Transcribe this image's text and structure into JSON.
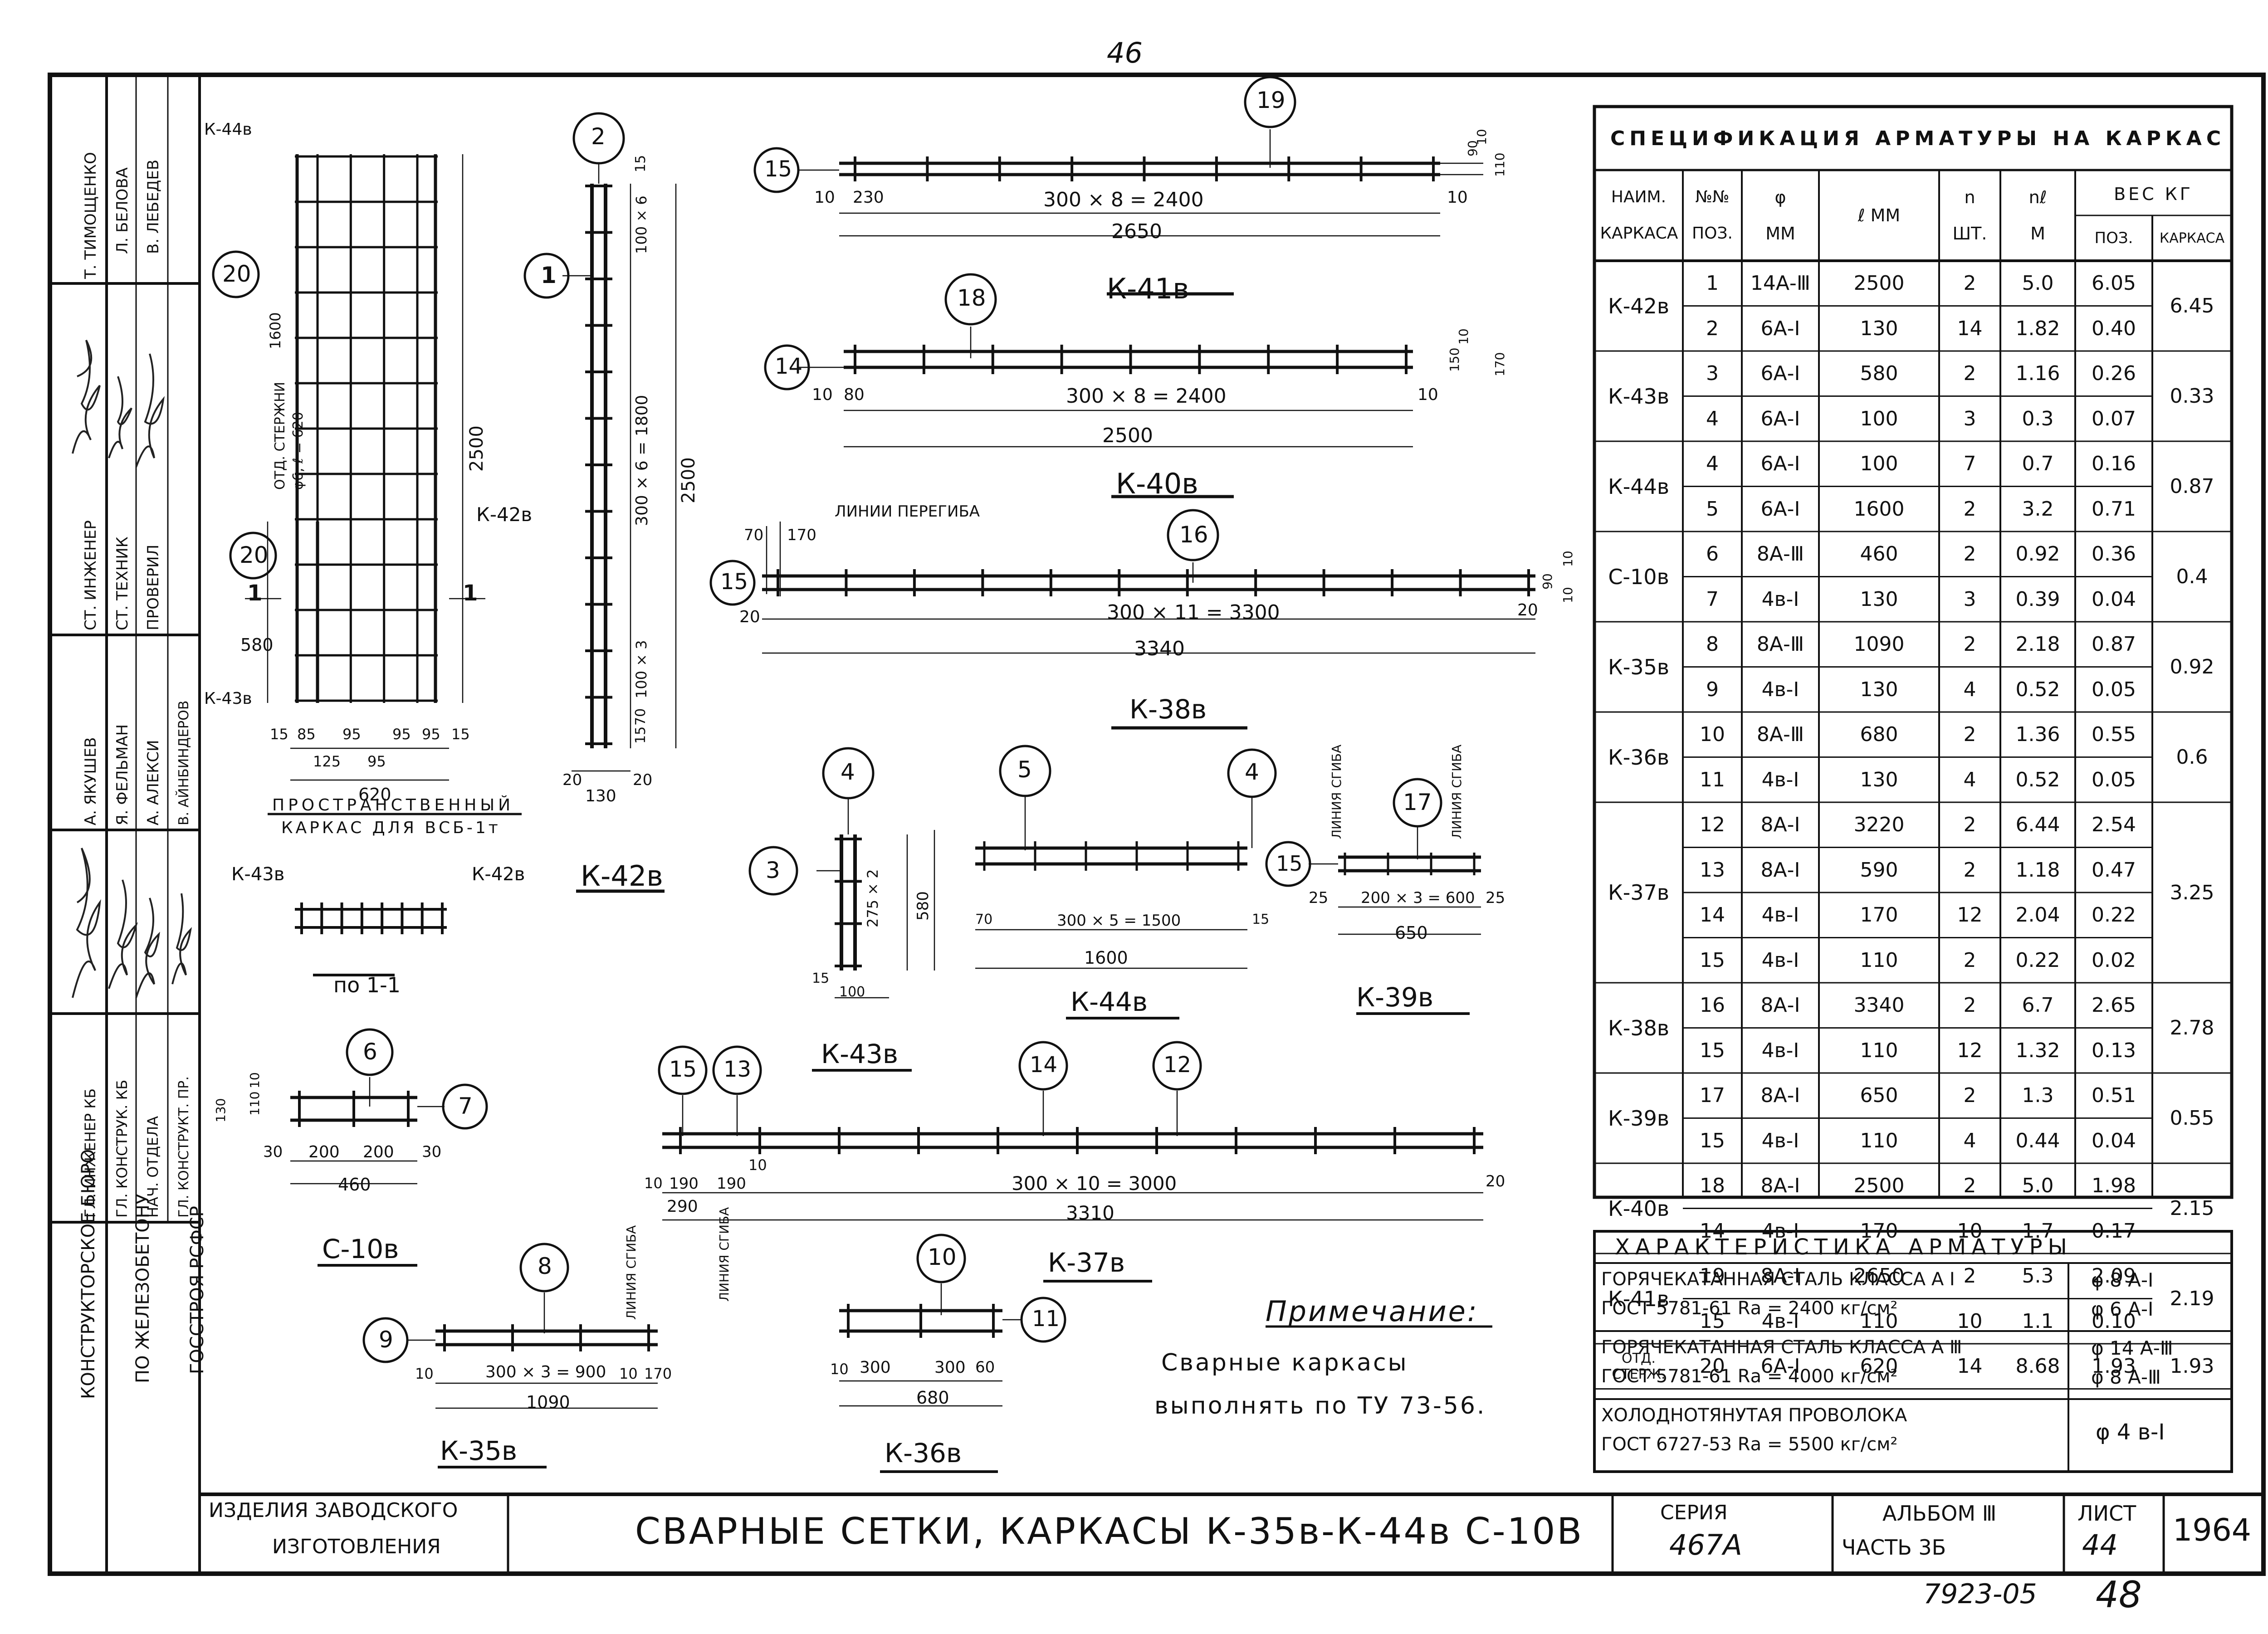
{
  "page_number": "46",
  "stamp_bottom": "7923-05",
  "stamp_page": "48",
  "left_column": {
    "bureau_lines": [
      "КОНСТРУКТОРСКОЕ БЮРО",
      "ПО ЖЕЛЕЗОБЕТОНУ",
      "ГОССТРОЯ  РСФСР"
    ],
    "roles": [
      "ГЛ. ИНЖЕНЕР КБ",
      "ГЛ. КОНСТРУК. КБ",
      "НАЧ. ОТДЕЛА",
      "ГЛ. КОНСТРУКТ. ПР.",
      "СТ. ИНЖЕНЕР",
      "СТ. ТЕХНИК",
      "ПРОВЕРИЛ"
    ],
    "names": [
      "Т. ТИМОЩЕНКО",
      "Л. БЕЛОВА",
      "В. ЛЕБЕДЕВ",
      "А. ЯКУШЕВ",
      "Я. ФЕЛЬМАН",
      "А. АЛЕКСИ",
      "В. АЙНБИНДЕРОВ"
    ]
  },
  "title_block": {
    "products": [
      "ИЗДЕЛИЯ ЗАВОДСКОГО",
      "ИЗГОТОВЛЕНИЯ"
    ],
    "title": "СВАРНЫЕ СЕТКИ, КАРКАСЫ К-35в-К-44в С-10В",
    "series_label": "СЕРИЯ",
    "series_value": "467А",
    "album": "АЛЬБОМ Ⅲ",
    "part": "ЧАСТЬ 3Б",
    "sheet_label": "ЛИСТ",
    "sheet_value": "44",
    "year": "1964"
  },
  "spec_table": {
    "title": "СПЕЦИФИКАЦИЯ АРМАТУРЫ НА КАРКАС",
    "headers": [
      "НАИМ. КАРКАСА",
      "№№ ПОЗ.",
      "φ ММ",
      "ℓ ММ",
      "n ШТ.",
      "nℓ М",
      "ВЕС КГ"
    ],
    "weight_sub": [
      "ПОЗ.",
      "КАРКАСА"
    ],
    "groups": [
      {
        "name": "К-42в",
        "total": "6.45",
        "rows": [
          [
            "1",
            "14А-Ⅲ",
            "2500",
            "2",
            "5.0",
            "6.05"
          ],
          [
            "2",
            "6А-Ⅰ",
            "130",
            "14",
            "1.82",
            "0.40"
          ]
        ]
      },
      {
        "name": "К-43в",
        "total": "0.33",
        "rows": [
          [
            "3",
            "6А-Ⅰ",
            "580",
            "2",
            "1.16",
            "0.26"
          ],
          [
            "4",
            "6А-Ⅰ",
            "100",
            "3",
            "0.3",
            "0.07"
          ]
        ]
      },
      {
        "name": "К-44в",
        "total": "0.87",
        "rows": [
          [
            "4",
            "6А-Ⅰ",
            "100",
            "7",
            "0.7",
            "0.16"
          ],
          [
            "5",
            "6А-Ⅰ",
            "1600",
            "2",
            "3.2",
            "0.71"
          ]
        ]
      },
      {
        "name": "С-10в",
        "total": "0.4",
        "rows": [
          [
            "6",
            "8А-Ⅲ",
            "460",
            "2",
            "0.92",
            "0.36"
          ],
          [
            "7",
            "4в-Ⅰ",
            "130",
            "3",
            "0.39",
            "0.04"
          ]
        ]
      },
      {
        "name": "К-35в",
        "total": "0.92",
        "rows": [
          [
            "8",
            "8А-Ⅲ",
            "1090",
            "2",
            "2.18",
            "0.87"
          ],
          [
            "9",
            "4в-Ⅰ",
            "130",
            "4",
            "0.52",
            "0.05"
          ]
        ]
      },
      {
        "name": "К-36в",
        "total": "0.6",
        "rows": [
          [
            "10",
            "8А-Ⅲ",
            "680",
            "2",
            "1.36",
            "0.55"
          ],
          [
            "11",
            "4в-Ⅰ",
            "130",
            "4",
            "0.52",
            "0.05"
          ]
        ]
      },
      {
        "name": "К-37в",
        "total": "3.25",
        "rows": [
          [
            "12",
            "8А-Ⅰ",
            "3220",
            "2",
            "6.44",
            "2.54"
          ],
          [
            "13",
            "8А-Ⅰ",
            "590",
            "2",
            "1.18",
            "0.47"
          ],
          [
            "14",
            "4в-Ⅰ",
            "170",
            "12",
            "2.04",
            "0.22"
          ],
          [
            "15",
            "4в-Ⅰ",
            "110",
            "2",
            "0.22",
            "0.02"
          ]
        ]
      },
      {
        "name": "К-38в",
        "total": "2.78",
        "rows": [
          [
            "16",
            "8А-Ⅰ",
            "3340",
            "2",
            "6.7",
            "2.65"
          ],
          [
            "15",
            "4в-Ⅰ",
            "110",
            "12",
            "1.32",
            "0.13"
          ]
        ]
      },
      {
        "name": "К-39в",
        "total": "0.55",
        "rows": [
          [
            "17",
            "8А-Ⅰ",
            "650",
            "2",
            "1.3",
            "0.51"
          ],
          [
            "15",
            "4в-Ⅰ",
            "110",
            "4",
            "0.44",
            "0.04"
          ]
        ]
      },
      {
        "name": "К-40в",
        "total": "2.15",
        "rows": [
          [
            "18",
            "8А-Ⅰ",
            "2500",
            "2",
            "5.0",
            "1.98"
          ],
          [
            "14",
            "4в-Ⅰ",
            "170",
            "10",
            "1.7",
            "0.17"
          ]
        ]
      },
      {
        "name": "К-41в",
        "total": "2.19",
        "rows": [
          [
            "19",
            "8А-Ⅰ",
            "2650",
            "2",
            "5.3",
            "2.09"
          ],
          [
            "15",
            "4в-Ⅰ",
            "110",
            "10",
            "1.1",
            "0.10"
          ]
        ]
      },
      {
        "name": "ОТД. СТЕРЖ.",
        "total": "1.93",
        "rows": [
          [
            "20",
            "6А-Ⅰ",
            "620",
            "14",
            "8.68",
            "1.93"
          ]
        ]
      }
    ]
  },
  "characteristics": {
    "title": "ХАРАКТЕРИСТИКА АРМАТУРЫ",
    "rows": [
      {
        "line1": "ГОРЯЧЕКАТАННАЯ СТАЛЬ КЛАССА А Ⅰ",
        "line2": "ГОСТ 5781-61 Rа = 2400 кг/см²",
        "d1": "φ 8 А-Ⅰ",
        "d2": "φ 6 А-Ⅰ"
      },
      {
        "line1": "ГОРЯЧЕКАТАННАЯ СТАЛЬ КЛАССА А Ⅲ",
        "line2": "ГОСТ 5781-61 Rа = 4000 кг/см²",
        "d1": "φ 14 А-Ⅲ",
        "d2": "φ 8 А-Ⅲ"
      },
      {
        "line1": "ХОЛОДНОТЯНУТАЯ ПРОВОЛОКА",
        "line2": "ГОСТ 6727-53 Rа = 5500 кг/см²",
        "d1": "φ 4 в-Ⅰ",
        "d2": ""
      }
    ]
  },
  "note": {
    "title": "Примечание:",
    "line1": "Сварные каркасы",
    "line2": "выполнять по ТУ 73-56."
  },
  "drawings": {
    "k41": {
      "label": "К-41в",
      "pos": "19",
      "end": "15",
      "dim_main": "300 × 8 = 2400",
      "dim_total": "2650",
      "d_left": "10",
      "d_first": "230",
      "d_right": "10",
      "h1": "90",
      "h2": "110",
      "h3": "10"
    },
    "k40": {
      "label": "К-40в",
      "pos": "18",
      "end": "14",
      "dim_main": "300 × 8 = 2400",
      "dim_total": "2500",
      "d_left": "10",
      "d_first": "80",
      "d_right": "10",
      "h1": "150",
      "h2": "170",
      "h3": "10"
    },
    "k38": {
      "label": "К-38в",
      "pos": "16",
      "end": "15",
      "bend": "ЛИНИИ ПЕРЕГИБА",
      "dim_main": "300 × 11 = 3300",
      "dim_total": "3340",
      "d_left": "20",
      "d_right": "20",
      "d_top1": "70",
      "d_top2": "170",
      "h1": "10",
      "h2": "90",
      "h3": "10"
    },
    "k42": {
      "label": "К-42в",
      "pos1": "1",
      "pos2": "2",
      "dim_main": "300 × 6 = 1800",
      "dim_total": "2500",
      "d_a": "15",
      "d_b": "100 × 6",
      "d_c": "100 × 3",
      "d_d": "15",
      "d_e": "70",
      "d_bot": "130",
      "d_20a": "20",
      "d_20b": "20"
    },
    "frame": {
      "caption1": "ПРОСТРАНСТВЕННЫЙ",
      "caption2": "КАРКАС ДЛЯ ВСБ-1т",
      "k44": "К-44в",
      "k42": "К-42в",
      "k43": "К-43в",
      "pos20": "20",
      "note1": "ОТД. СТЕРЖНИ",
      "note2": "φ6, ℓ = 620",
      "d1600": "1600",
      "d2500": "2500",
      "d580": "580",
      "dims_bottom": [
        "15",
        "85",
        "95",
        "95",
        "95",
        "15"
      ],
      "d125": "125",
      "d95": "95",
      "d620": "620",
      "cut": "1"
    },
    "section": {
      "label": "по 1-1",
      "left": "К-43в",
      "right": "К-42в"
    },
    "c10": {
      "label": "С-10в",
      "pos": "6",
      "end": "7",
      "d_l": "30",
      "d_a": "200",
      "d_b": "200",
      "d_r": "30",
      "d_total": "460",
      "h1": "130",
      "h2": "110",
      "h3": "10"
    },
    "k43": {
      "label": "К-43в",
      "pos": "4",
      "end": "3",
      "d_275": "275 × 2",
      "d_580": "580",
      "d15": "15",
      "d100": "100"
    },
    "k44": {
      "label": "К-44в",
      "pos": "5",
      "end": "4",
      "dim_main": "300 × 5 = 1500",
      "dim_total": "1600",
      "d_l": "70",
      "d_15": "15"
    },
    "k39": {
      "label": "К-39в",
      "pos": "17",
      "end": "15",
      "dim_main": "200 × 3 = 600",
      "dim_total": "650",
      "d_l": "25",
      "d_r": "25",
      "bend": "ЛИНИЯ СГИБА"
    },
    "k37": {
      "label": "К-37в",
      "p15": "15",
      "p13": "13",
      "p14": "14",
      "p12": "12",
      "dim_main": "300 × 10 = 3000",
      "dim_total": "3310",
      "d_290": "290",
      "dims": [
        "10",
        "190",
        "190",
        "10"
      ],
      "d_20": "20"
    },
    "k35": {
      "label": "К-35в",
      "pos": "8",
      "end": "9",
      "dim_main": "300 × 3 = 900",
      "dim_total": "1090",
      "d_l": "10",
      "d_r": "10",
      "d_170": "170",
      "bend": "ЛИНИЯ СГИБА"
    },
    "k36": {
      "label": "К-36в",
      "pos": "10",
      "end": "11",
      "d_a": "300",
      "d_b": "300",
      "d_60": "60",
      "d_10": "10",
      "dim_total": "680",
      "bend": "ЛИНИЯ СГИБА"
    }
  }
}
